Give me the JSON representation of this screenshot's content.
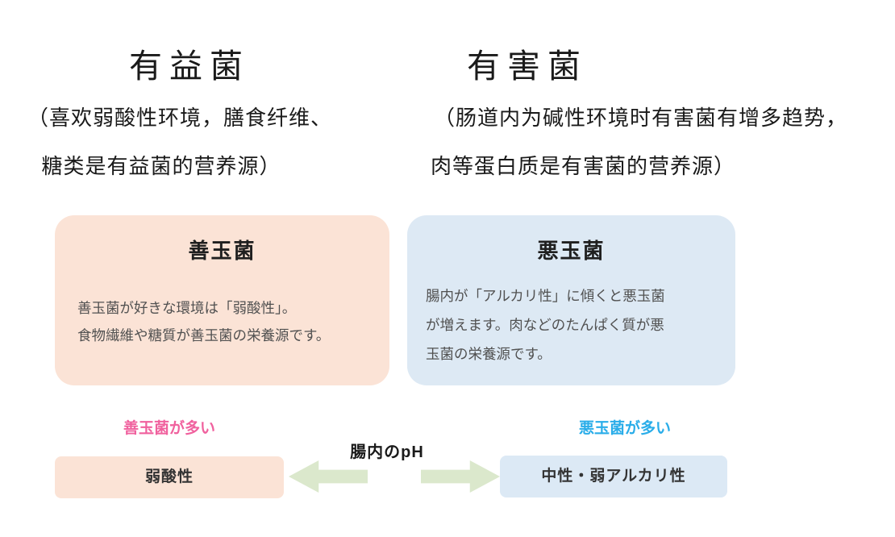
{
  "top": {
    "beneficial": {
      "heading": "有益菌",
      "desc_line1": "（喜欢弱酸性环境，膳食纤维、",
      "desc_line2": "糖类是有益菌的营养源）"
    },
    "harmful": {
      "heading": "有害菌",
      "desc_line1": "（肠道内为碱性环境时有害菌有增多趋势，",
      "desc_line2": "肉等蛋白质是有害菌的营养源）"
    }
  },
  "cards": {
    "good": {
      "title": "善玉菌",
      "body_lines": [
        "善玉菌が好きな環境は「弱酸性」。",
        "食物繊維や糖質が善玉菌の栄養源です。"
      ],
      "bg_color": "#fbe3d6"
    },
    "bad": {
      "title": "悪玉菌",
      "body_lines": [
        "腸内が「アルカリ性」に傾くと悪玉菌",
        "が増えます。肉などのたんぱく質が悪",
        "玉菌の栄養源です。"
      ],
      "bg_color": "#dde9f4"
    }
  },
  "ph_scale": {
    "good_many_label": "善玉菌が多い",
    "good_many_color": "#f0619e",
    "bad_many_label": "悪玉菌が多い",
    "bad_many_color": "#2aade9",
    "center_label": "腸内のpH",
    "acid_box_label": "弱酸性",
    "acid_box_bg": "#fbe3d6",
    "alkaline_box_label": "中性・弱アルカリ性",
    "alkaline_box_bg": "#dce9f5",
    "arrow_color": "#dbe8cc"
  }
}
